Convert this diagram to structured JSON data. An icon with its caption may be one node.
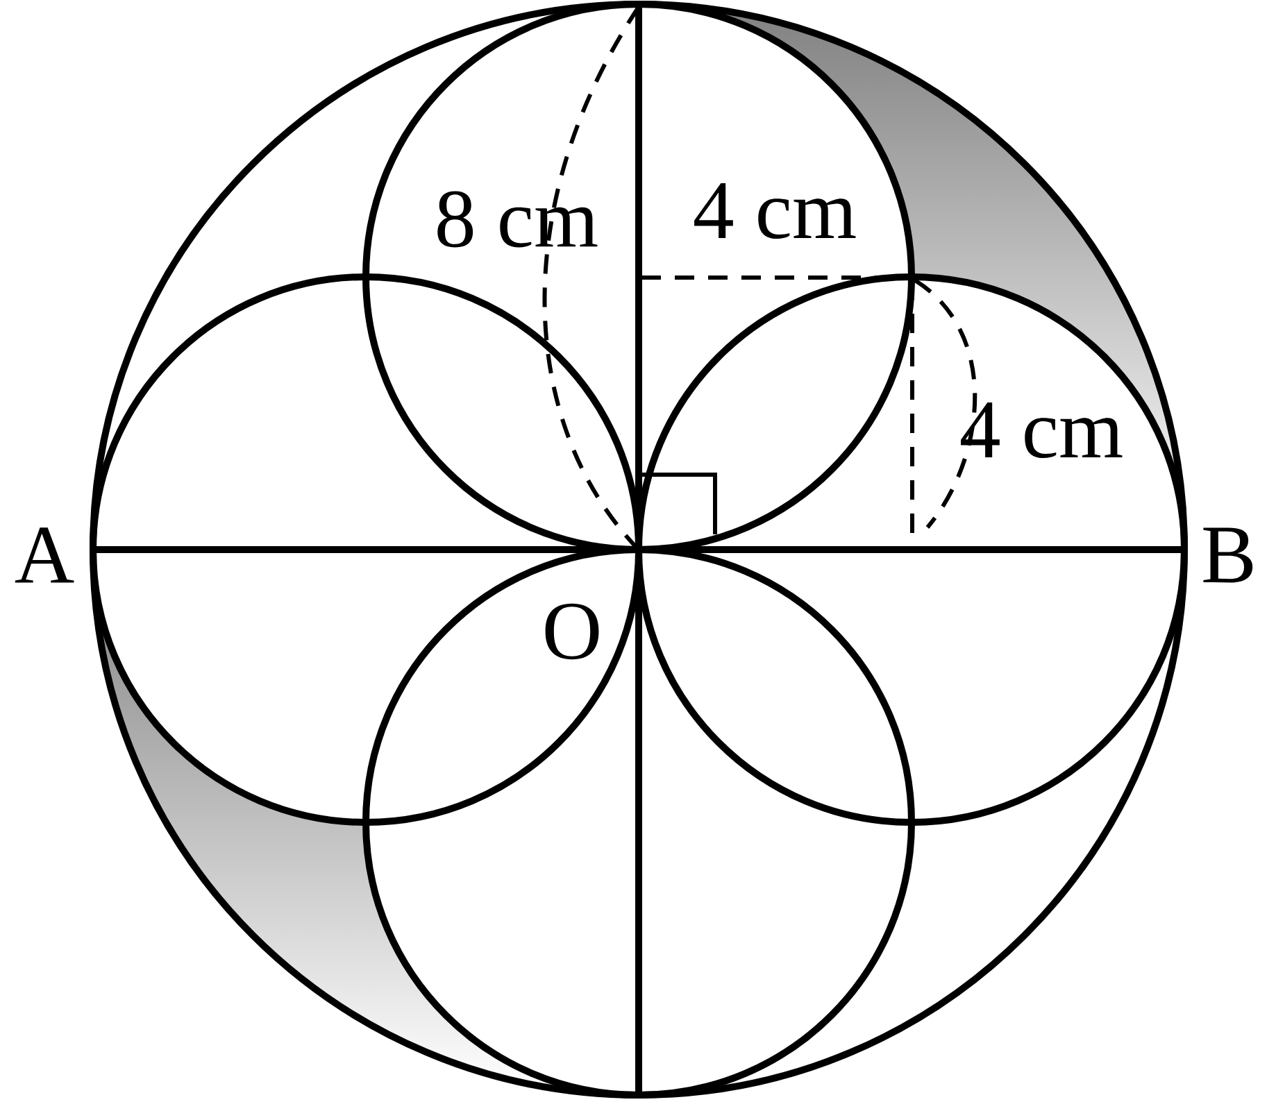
{
  "diagram": {
    "labels": [
      "8 cm",
      "4 cm",
      "4 cm",
      "A",
      "O",
      "B"
    ]
  }
}
